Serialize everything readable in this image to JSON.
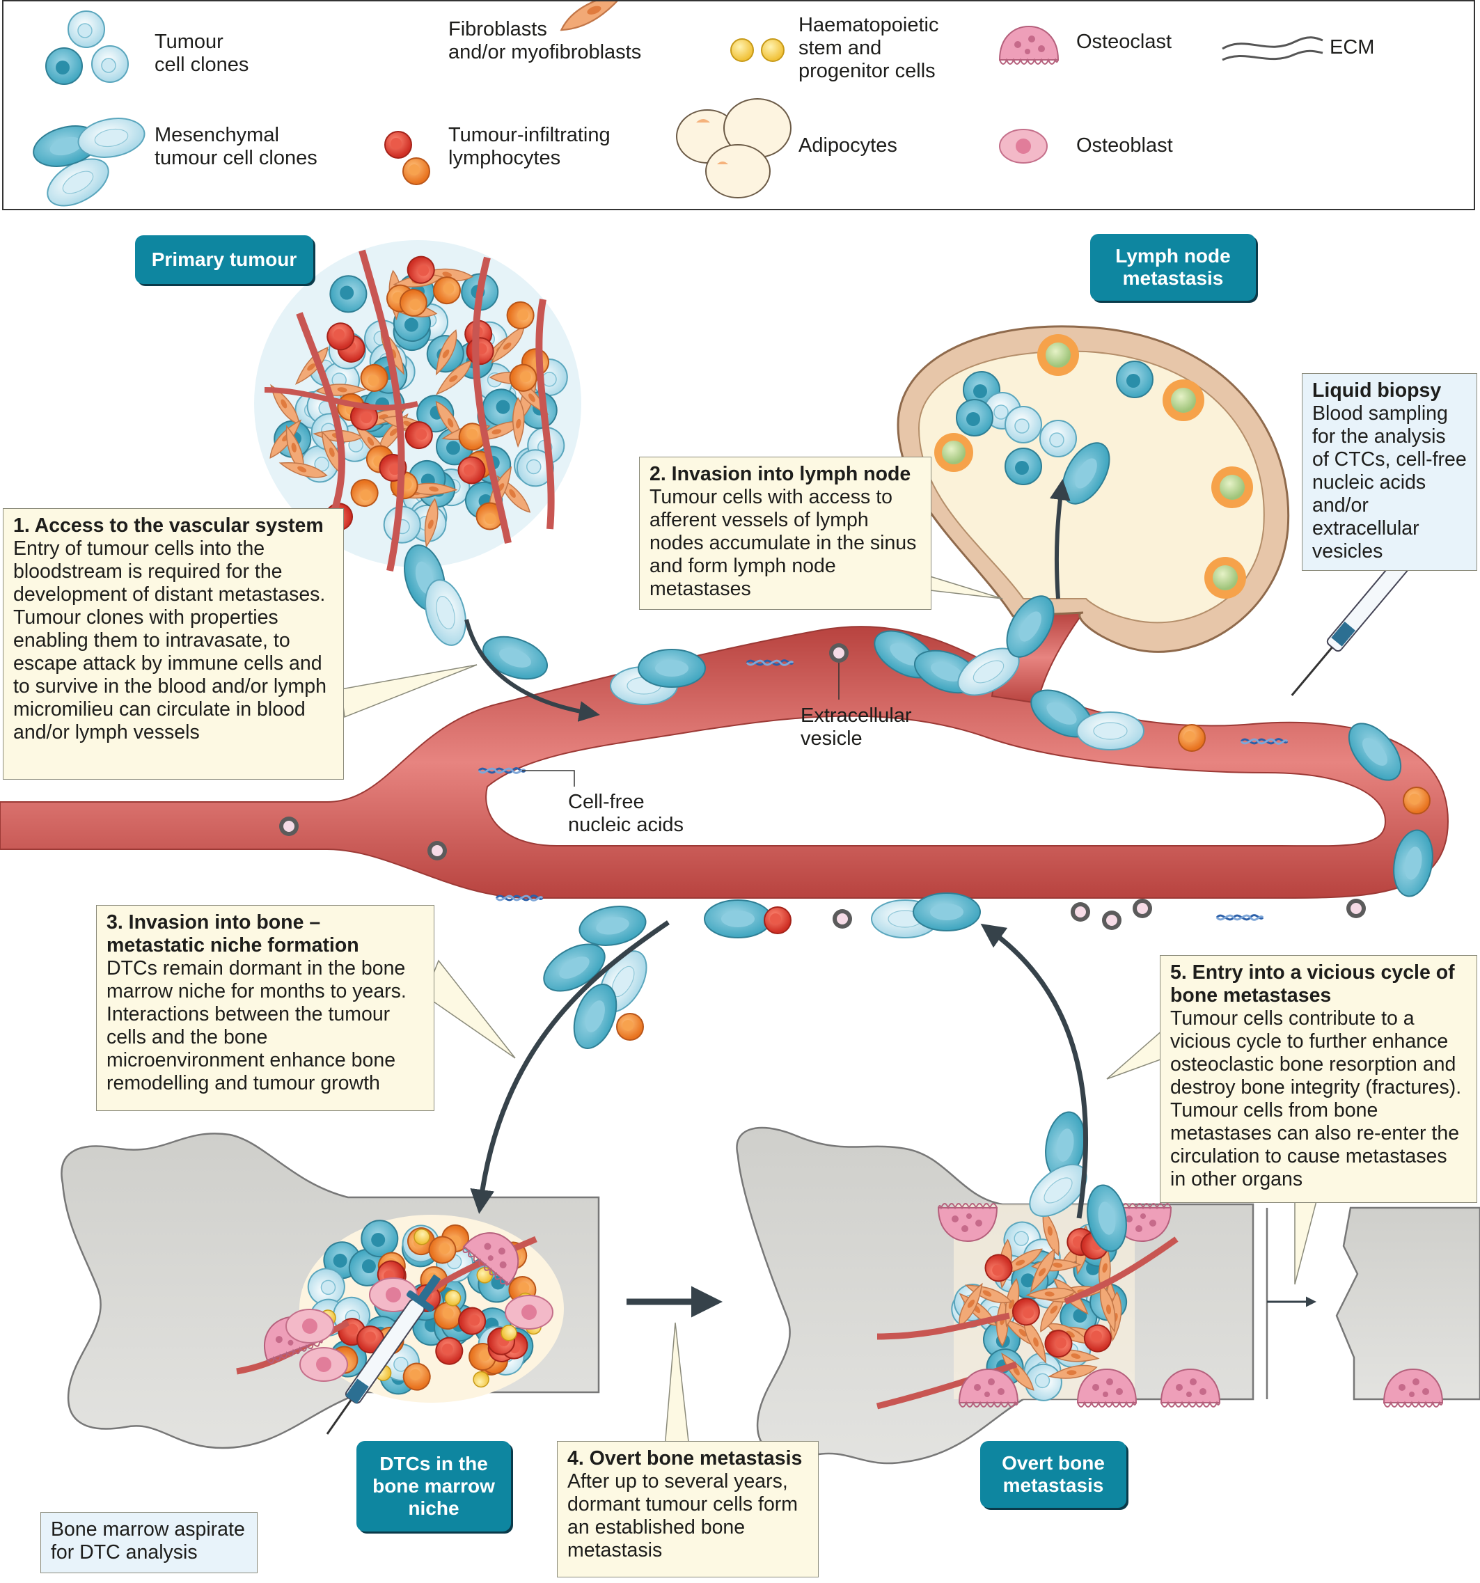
{
  "legend": {
    "tumour_cell_clones": "Tumour\ncell clones",
    "fibroblasts": "Fibroblasts\nand/or myofibroblasts",
    "hspc": "Haematopoietic\nstem and\nprogenitor cells",
    "osteoclast": "Osteoclast",
    "ecm": "ECM",
    "mesenchymal": "Mesenchymal\ntumour cell clones",
    "til": "Tumour-infiltrating\nlymphocytes",
    "adipocytes": "Adipocytes",
    "osteoblast": "Osteoblast"
  },
  "tags": {
    "primary_tumour": "Primary tumour",
    "lymph_node_metastasis": "Lymph node\nmetastasis",
    "dtcs_niche": "DTCs in the\nbone marrow\nniche",
    "overt_bone_metastasis": "Overt bone\nmetastasis"
  },
  "steps": {
    "s1_title": "1. Access to the vascular system",
    "s1_body": "Entry of tumour cells into the bloodstream is required for the development of distant metastases. Tumour clones with properties enabling them to intravasate, to escape attack by immune cells and to survive in the blood and/or lymph micromilieu can circulate in blood and/or lymph vessels",
    "s2_title": "2. Invasion into lymph node",
    "s2_body": "Tumour cells with access to afferent vessels of lymph nodes accumulate in the sinus and form lymph node metastases",
    "s3_title": "3. Invasion into bone –\nmetastatic niche formation",
    "s3_body": "DTCs remain dormant in the bone marrow niche for months to years. Interactions between the tumour cells and the bone microenvironment enhance bone remodelling and tumour growth",
    "s4_title": "4. Overt bone metastasis",
    "s4_body": "After up to several years, dormant tumour cells form an established bone metastasis",
    "s5_title": "5. Entry into a vicious cycle of bone metastases",
    "s5_body": "Tumour cells contribute to a vicious cycle to further enhance osteoclastic bone resorption and destroy bone integrity (fractures). Tumour cells from bone metastases can also re-enter the circulation to cause metastases in other organs"
  },
  "liquid_biopsy": {
    "title": "Liquid biopsy",
    "body": "Blood sampling for the analysis of CTCs, cell-free nucleic acids and/or extracellular vesicles"
  },
  "bone_marrow_aspirate": "Bone marrow aspirate\nfor DTC analysis",
  "labels": {
    "extracellular_vesicle": "Extracellular\nvesicle",
    "cell_free_nucleic_acids": "Cell-free\nnucleic acids"
  },
  "colors": {
    "vessel": "#d9625e",
    "vessel_dark": "#b84a47",
    "tumour_cell": "#4fb3c9",
    "tumour_cell_light": "#bfe3ef",
    "lymphocyte": "#ee8a2e",
    "lymphocyte_red": "#e2463a",
    "fibroblast": "#f2a976",
    "osteoclast": "#e996b2",
    "bone": "#d9d9d6",
    "tag": "#0e86a0",
    "note": "#fdf9e3",
    "note_blue": "#e8f3fa"
  }
}
